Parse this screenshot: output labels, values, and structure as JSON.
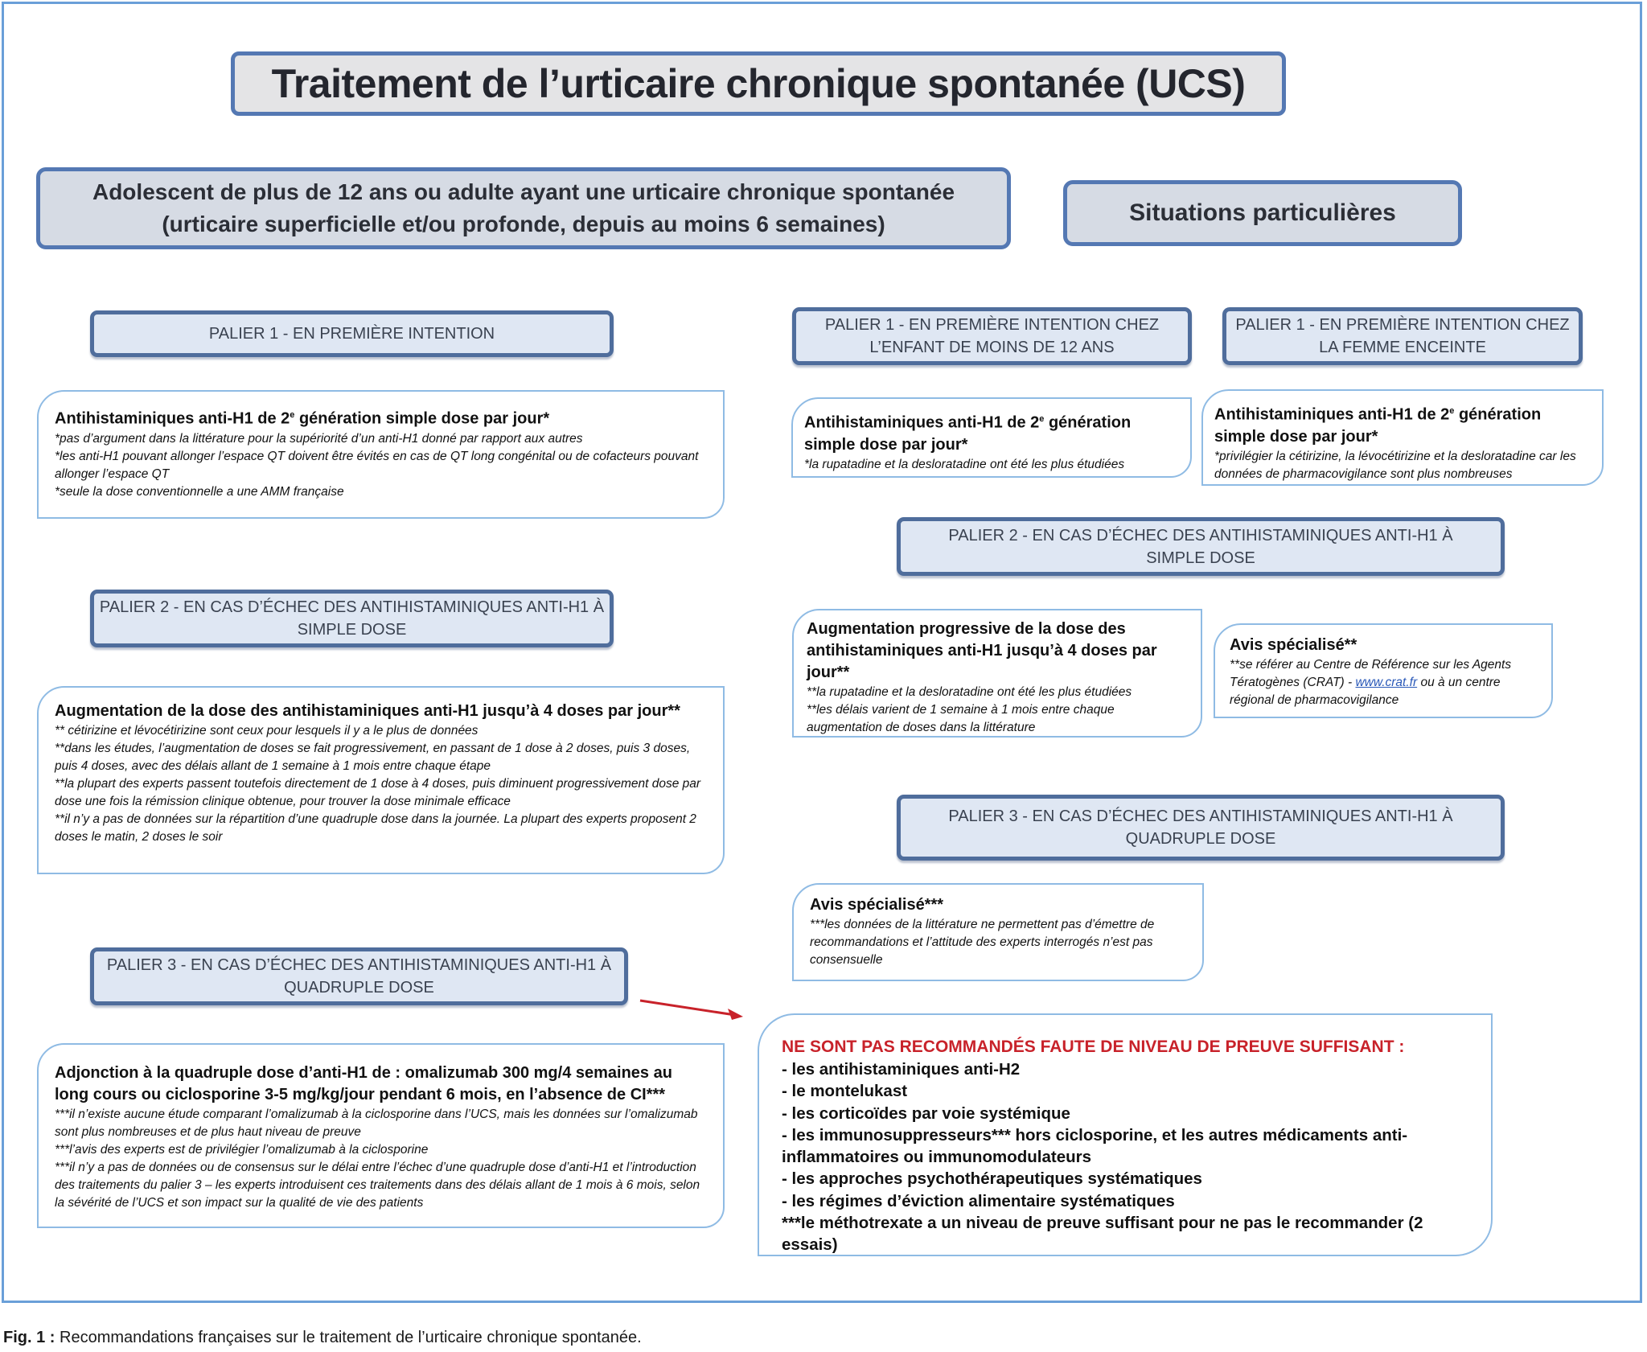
{
  "title": "Traitement de l’urticaire chronique spontanée (UCS)",
  "header_main": {
    "line1": "Adolescent de plus de 12 ans ou adulte ayant une urticaire chronique spontanée",
    "line2": "(urticaire superficielle et/ou profonde, depuis au moins 6 semaines)"
  },
  "header_side": "Situations particulières",
  "left": {
    "palier1": {
      "title": "PALIER 1 - EN PREMIÈRE INTENTION"
    },
    "card1": {
      "lead_pre": "Antihistaminiques anti-H1 de 2",
      "lead_sup": "e",
      "lead_post": " génération simple dose par jour*",
      "notes": [
        "*pas d’argument dans la littérature pour la supériorité d’un anti-H1 donné par rapport aux autres",
        "*les anti-H1 pouvant allonger l’espace QT doivent être évités en cas de QT long congénital ou de cofacteurs pouvant allonger l’espace QT",
        "*seule la dose conventionnelle a une AMM française"
      ]
    },
    "palier2": {
      "line1": "PALIER 2 - EN CAS D’ÉCHEC DES ANTIHISTAMINIQUES ANTI-H1 À",
      "line2": "SIMPLE DOSE"
    },
    "card2": {
      "lead": "Augmentation de la dose des antihistaminiques anti-H1 jusqu’à 4  doses par jour**",
      "notes": [
        "** cétirizine et  lévocétirizine sont ceux pour lesquels il y a le plus de données",
        "**dans les études, l’augmentation de doses se fait progressivement, en passant de 1 dose à 2 doses, puis 3 doses, puis 4 doses, avec des délais allant de 1 semaine à 1 mois entre chaque étape",
        "**la plupart des experts passent toutefois directement de 1 dose à 4 doses, puis diminuent progressivement dose par dose une fois la rémission clinique obtenue, pour trouver la dose minimale efficace",
        "**il n’y a pas de données sur la répartition d’une quadruple dose dans la journée. La plupart des experts proposent 2 doses le matin, 2 doses le soir"
      ]
    },
    "palier3": {
      "line1": "PALIER 3 - EN CAS D’ÉCHEC DES ANTIHISTAMINIQUES ANTI-H1 À",
      "line2": "QUADRUPLE DOSE"
    },
    "card3": {
      "lead": "Adjonction à la quadruple dose d’anti-H1 de : omalizumab 300 mg/4 semaines au long cours ou ciclosporine 3-5 mg/kg/jour pendant 6 mois, en l’absence de CI***",
      "notes": [
        "***il n’existe aucune étude comparant l’omalizumab à la ciclosporine dans l’UCS, mais les données sur l’omalizumab sont plus nombreuses et de plus haut niveau de preuve",
        "***l’avis des experts est de privilégier l’omalizumab à la ciclosporine",
        "***il n’y a pas de données ou de consensus sur le délai entre l’échec d’une quadruple dose d’anti-H1 et l’introduction des traitements du palier 3 – les experts introduisent ces traitements dans des délais allant de 1 mois à 6 mois, selon la sévérité de l’UCS et son impact sur la qualité de vie des patients"
      ]
    }
  },
  "right": {
    "palier1_child": {
      "line1": "PALIER 1 - EN PREMIÈRE INTENTION CHEZ",
      "line2": "L’ENFANT DE MOINS DE 12 ANS"
    },
    "palier1_pregnant": {
      "line1": "PALIER 1 - EN PREMIÈRE INTENTION CHEZ",
      "line2": "LA FEMME ENCEINTE"
    },
    "card_child": {
      "lead_pre": "Antihistaminiques anti-H1 de 2",
      "lead_sup": "e",
      "lead_post": " génération simple dose par jour*",
      "notes": [
        "*la rupatadine et la desloratadine ont été les plus étudiées"
      ]
    },
    "card_pregnant": {
      "lead_pre": "Antihistaminiques anti-H1 de 2",
      "lead_sup": "e",
      "lead_post": " génération simple dose par jour*",
      "notes": [
        "*privilégier la cétirizine, la lévocétirizine et la desloratadine car les données de pharmacovigilance sont plus nombreuses"
      ]
    },
    "palier2": {
      "line1": "PALIER 2 - EN CAS D’ÉCHEC DES ANTIHISTAMINIQUES ANTI-H1 À",
      "line2": "SIMPLE DOSE"
    },
    "card_child2": {
      "lead": "Augmentation progressive de la dose des antihistaminiques anti-H1 jusqu’à 4 doses par jour**",
      "notes": [
        "**la rupatadine et la desloratadine ont été les plus étudiées",
        "**les délais varient de 1 semaine à 1 mois entre chaque augmentation de doses dans la littérature"
      ]
    },
    "card_pregnant2": {
      "lead": "Avis spécialisé**",
      "note_pre": "**se référer au Centre de Référence sur les Agents Tératogènes (CRAT) - ",
      "link": "www.crat.fr",
      "note_post": " ou à un centre régional de pharmacovigilance"
    },
    "palier3": {
      "line1": "PALIER 3 - EN CAS D’ÉCHEC DES ANTIHISTAMINIQUES ANTI-H1 À",
      "line2": "QUADRUPLE DOSE"
    },
    "card_child3": {
      "lead": "Avis spécialisé***",
      "notes": [
        "***les données de la littérature ne permettent pas d’émettre de recommandations et l’attitude des experts interrogés n’est pas consensuelle"
      ]
    }
  },
  "not_recommended": {
    "title": "NE SONT PAS RECOMMANDÉS FAUTE DE NIVEAU DE PREUVE SUFFISANT :",
    "items": [
      "- les antihistaminiques anti-H2",
      "- le montelukast",
      "- les corticoïdes par voie systémique",
      "- les immunosuppresseurs*** hors ciclosporine, et les autres médicaments anti-inflammatoires ou immunomodulateurs",
      "- les approches psychothérapeutiques systématiques",
      "- les régimes d’éviction alimentaire systématiques",
      "***le méthotrexate a un niveau de preuve suffisant pour ne pas le recommander (2 essais)"
    ]
  },
  "colors": {
    "header_border": "#5478b3",
    "palier_fill": "#dfe7f3",
    "card_border": "#8fbbe4",
    "warning_red": "#c8222a",
    "arrow_red": "#c8222a",
    "link_blue": "#2a59b8"
  },
  "caption": {
    "label": "Fig. 1 :",
    "text": " Recommandations françaises sur le traitement de l’urticaire chronique spontanée."
  }
}
